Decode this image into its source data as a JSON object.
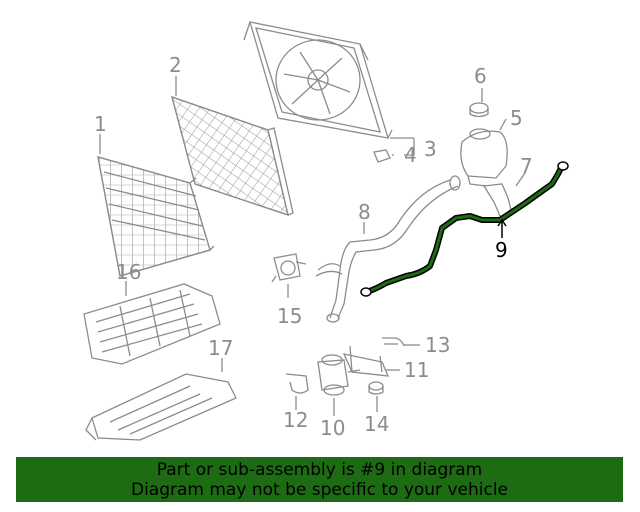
{
  "diagram": {
    "callouts": [
      {
        "id": "1",
        "text": "1"
      },
      {
        "id": "2",
        "text": "2"
      },
      {
        "id": "3",
        "text": "3"
      },
      {
        "id": "4",
        "text": "4"
      },
      {
        "id": "5",
        "text": "5"
      },
      {
        "id": "6",
        "text": "6"
      },
      {
        "id": "7",
        "text": "7"
      },
      {
        "id": "8",
        "text": "8"
      },
      {
        "id": "9",
        "text": "9"
      },
      {
        "id": "10",
        "text": "10"
      },
      {
        "id": "11",
        "text": "11"
      },
      {
        "id": "12",
        "text": "12"
      },
      {
        "id": "13",
        "text": "13"
      },
      {
        "id": "14",
        "text": "14"
      },
      {
        "id": "15",
        "text": "15"
      },
      {
        "id": "16",
        "text": "16"
      },
      {
        "id": "17",
        "text": "17"
      }
    ],
    "highlighted_part": "9",
    "line_color": "#8c8c8c",
    "highlight_color": "#1d6b12"
  },
  "banner": {
    "line1": "Part or sub-assembly is #9 in diagram",
    "line2": "Diagram may not be specific to your vehicle",
    "background": "#1d6b12"
  }
}
